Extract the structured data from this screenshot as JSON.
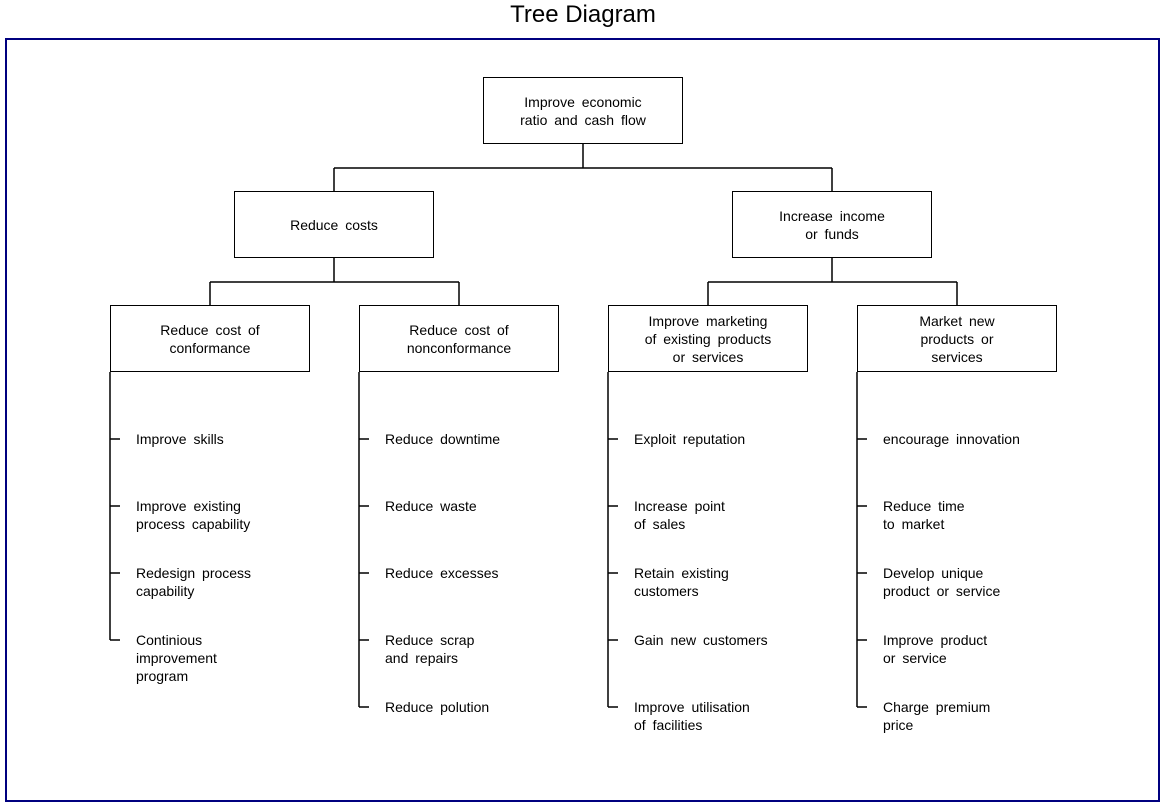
{
  "title": "Tree Diagram",
  "colors": {
    "frame": "#00007f",
    "line": "#000000"
  },
  "root": {
    "label": "Improve economic\nratio and cash flow"
  },
  "branches": [
    {
      "label": "Reduce costs",
      "subs": [
        {
          "label": "Reduce cost of\nconformance",
          "leaves": [
            "Improve skills",
            "Improve existing\nprocess capability",
            "Redesign process\ncapability",
            "Continious\nimprovement\nprogram"
          ]
        },
        {
          "label": "Reduce cost of\nnonconformance",
          "leaves": [
            "Reduce downtime",
            "Reduce waste",
            "Reduce excesses",
            "Reduce scrap\nand repairs",
            "Reduce polution"
          ]
        }
      ]
    },
    {
      "label": "Increase income\nor funds",
      "subs": [
        {
          "label": "Improve marketing\nof existing products\nor services",
          "leaves": [
            "Exploit reputation",
            "Increase point\nof sales",
            "Retain existing\ncustomers",
            "Gain new customers",
            "Improve utilisation\nof facilities"
          ]
        },
        {
          "label": "Market new\nproducts or\nservices",
          "leaves": [
            "encourage innovation",
            "Reduce time\nto market",
            "Develop unique\nproduct or service",
            "Improve product\nor service",
            "Charge premium\nprice"
          ]
        }
      ]
    }
  ]
}
